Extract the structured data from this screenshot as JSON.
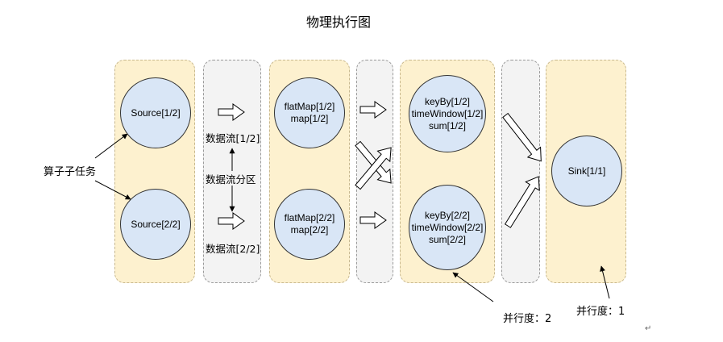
{
  "title": "物理执行图",
  "operators": {
    "source_1": [
      "Source[1/2]"
    ],
    "source_2": [
      "Source[2/2]"
    ],
    "flatmap_1": [
      "flatMap[1/2]",
      "map[1/2]"
    ],
    "flatmap_2": [
      "flatMap[2/2]",
      "map[2/2]"
    ],
    "keyby_1": [
      "keyBy[1/2]",
      "timeWindow[1/2]",
      "sum[1/2]"
    ],
    "keyby_2": [
      "keyBy[2/2]",
      "timeWindow[2/2]",
      "sum[2/2]"
    ],
    "sink": [
      "Sink[1/1]"
    ]
  },
  "labels": {
    "subtask": "算子子任务",
    "stream_1": "数据流[1/2]",
    "partition": "数据流分区",
    "stream_2": "数据流[2/2]",
    "parallelism_2": "并行度：2",
    "parallelism_1": "并行度：1"
  },
  "return_mark": "↵"
}
